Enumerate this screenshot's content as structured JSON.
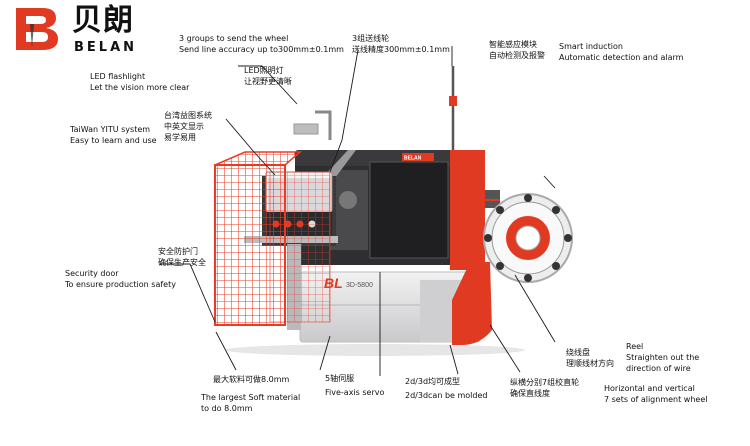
{
  "brand": {
    "name_cn": "贝朗",
    "name_en": "BELAN"
  },
  "machine": {
    "nameplate": "BELAN",
    "side_badge": "BL",
    "model": "3D-5800"
  },
  "labels": {
    "wheel": {
      "en1": "3 groups to send the wheel",
      "en2": "Send line accuracy up  to300mm±0.1mm"
    },
    "wheel_cn": {
      "cn1": "3组送线轮",
      "cn2": "送线精度300mm±0.1mm"
    },
    "smart_cn": {
      "cn1": "智能感应模块",
      "cn2": "自动检测及报警"
    },
    "smart_en": {
      "en1": "Smart induction",
      "en2": "Automatic detection and alarm"
    },
    "led_en": {
      "en1": "LED flashlight",
      "en2": "Let the vision more clear"
    },
    "led_cn": {
      "cn1": "LED照明灯",
      "cn2": "让视野更清晰"
    },
    "yitu_cn": {
      "cn1": "台湾益图系统",
      "cn2": "中英文显示",
      "cn3": "易学易用"
    },
    "yitu_en": {
      "en1": "TaiWan YITU system",
      "en2": "Easy to learn and use"
    },
    "door_cn": {
      "cn1": "安全防护门",
      "cn2": "确保生产安全"
    },
    "door_en": {
      "en1": "Security door",
      "en2": "To ensure production safety"
    },
    "soft": {
      "cn": "最大软料可做8.0mm",
      "en1": "The largest Soft material",
      "en2": "to do 8.0mm"
    },
    "servo": {
      "cn": "5轴伺服",
      "en": "Five-axis servo"
    },
    "formed": {
      "cn": "2d/3d均可成型",
      "en": "2d/3dcan be molded"
    },
    "align_cn": {
      "cn1": "纵横分别7组校直轮",
      "cn2": "确保直线度"
    },
    "reel": {
      "cn1": "绕线盘",
      "cn2": "理顺线材方向",
      "en1": "Reel",
      "en2": "Straighten out the",
      "en3": "direction of wire"
    },
    "align_en": {
      "en1": "Horizontal and vertical",
      "en2": "7 sets of alignment wheel"
    }
  },
  "colors": {
    "accent": "#e03a22",
    "dark": "#2f2f31",
    "body": "#dcdcde",
    "cage": "#ea3b25"
  }
}
